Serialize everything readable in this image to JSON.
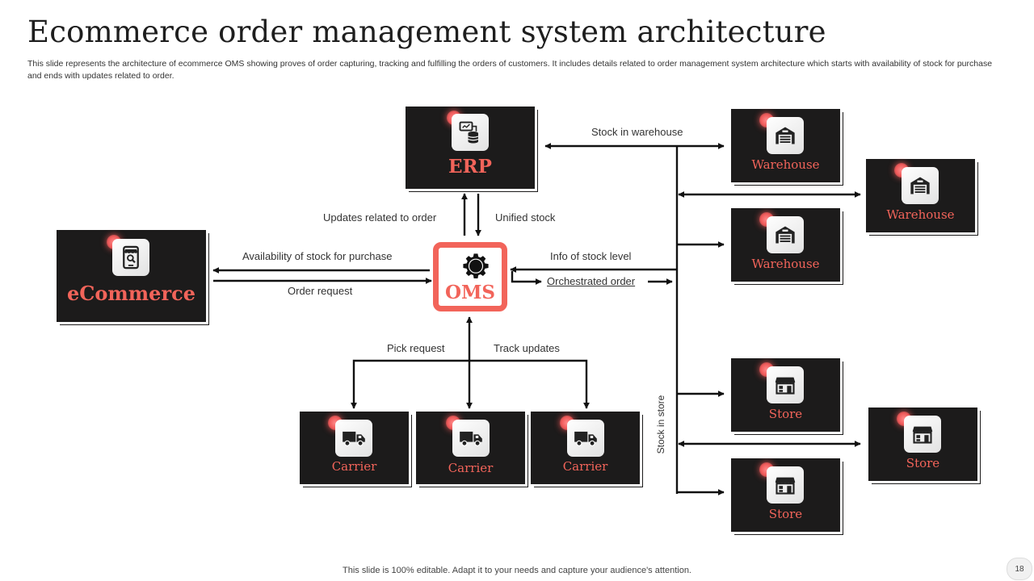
{
  "slide": {
    "title": "Ecommerce order management system architecture",
    "subtitle": "This slide represents the architecture of ecommerce OMS showing proves of order capturing, tracking and fulfilling the orders of customers. It includes details related to order management system architecture which starts with availability of stock for purchase and ends with updates related to order.",
    "footer": "This slide is 100% editable. Adapt it to your needs and capture your audience's attention.",
    "page_number": "18"
  },
  "colors": {
    "box_background": "#1c1b1b",
    "accent": "#f2645a",
    "lines": "#111111"
  },
  "nodes": {
    "erp": {
      "label": "ERP",
      "icon": "erp-icon"
    },
    "ecommerce": {
      "label": "eCommerce",
      "icon": "mobile-shop-icon"
    },
    "oms": {
      "label": "OMS",
      "icon": "gear-icon"
    },
    "warehouses": [
      {
        "label": "Warehouse",
        "icon": "warehouse-icon"
      },
      {
        "label": "Warehouse",
        "icon": "warehouse-icon"
      },
      {
        "label": "Warehouse",
        "icon": "warehouse-icon"
      }
    ],
    "stores": [
      {
        "label": "Store",
        "icon": "store-icon"
      },
      {
        "label": "Store",
        "icon": "store-icon"
      },
      {
        "label": "Store",
        "icon": "store-icon"
      }
    ],
    "carriers": [
      {
        "label": "Carrier",
        "icon": "truck-icon"
      },
      {
        "label": "Carrier",
        "icon": "truck-icon"
      },
      {
        "label": "Carrier",
        "icon": "truck-icon"
      }
    ]
  },
  "flows": {
    "stock_in_warehouse": "Stock in warehouse",
    "updates_related_to_order": "Updates related to order",
    "unified_stock": "Unified stock",
    "availability_of_stock": "Availability of stock for purchase",
    "order_request": "Order request",
    "info_of_stock_level": "Info of stock level",
    "orchestrated_order": "Orchestrated order",
    "pick_request": "Pick request",
    "track_updates": "Track updates",
    "stock_in_store": "Stock in store"
  }
}
